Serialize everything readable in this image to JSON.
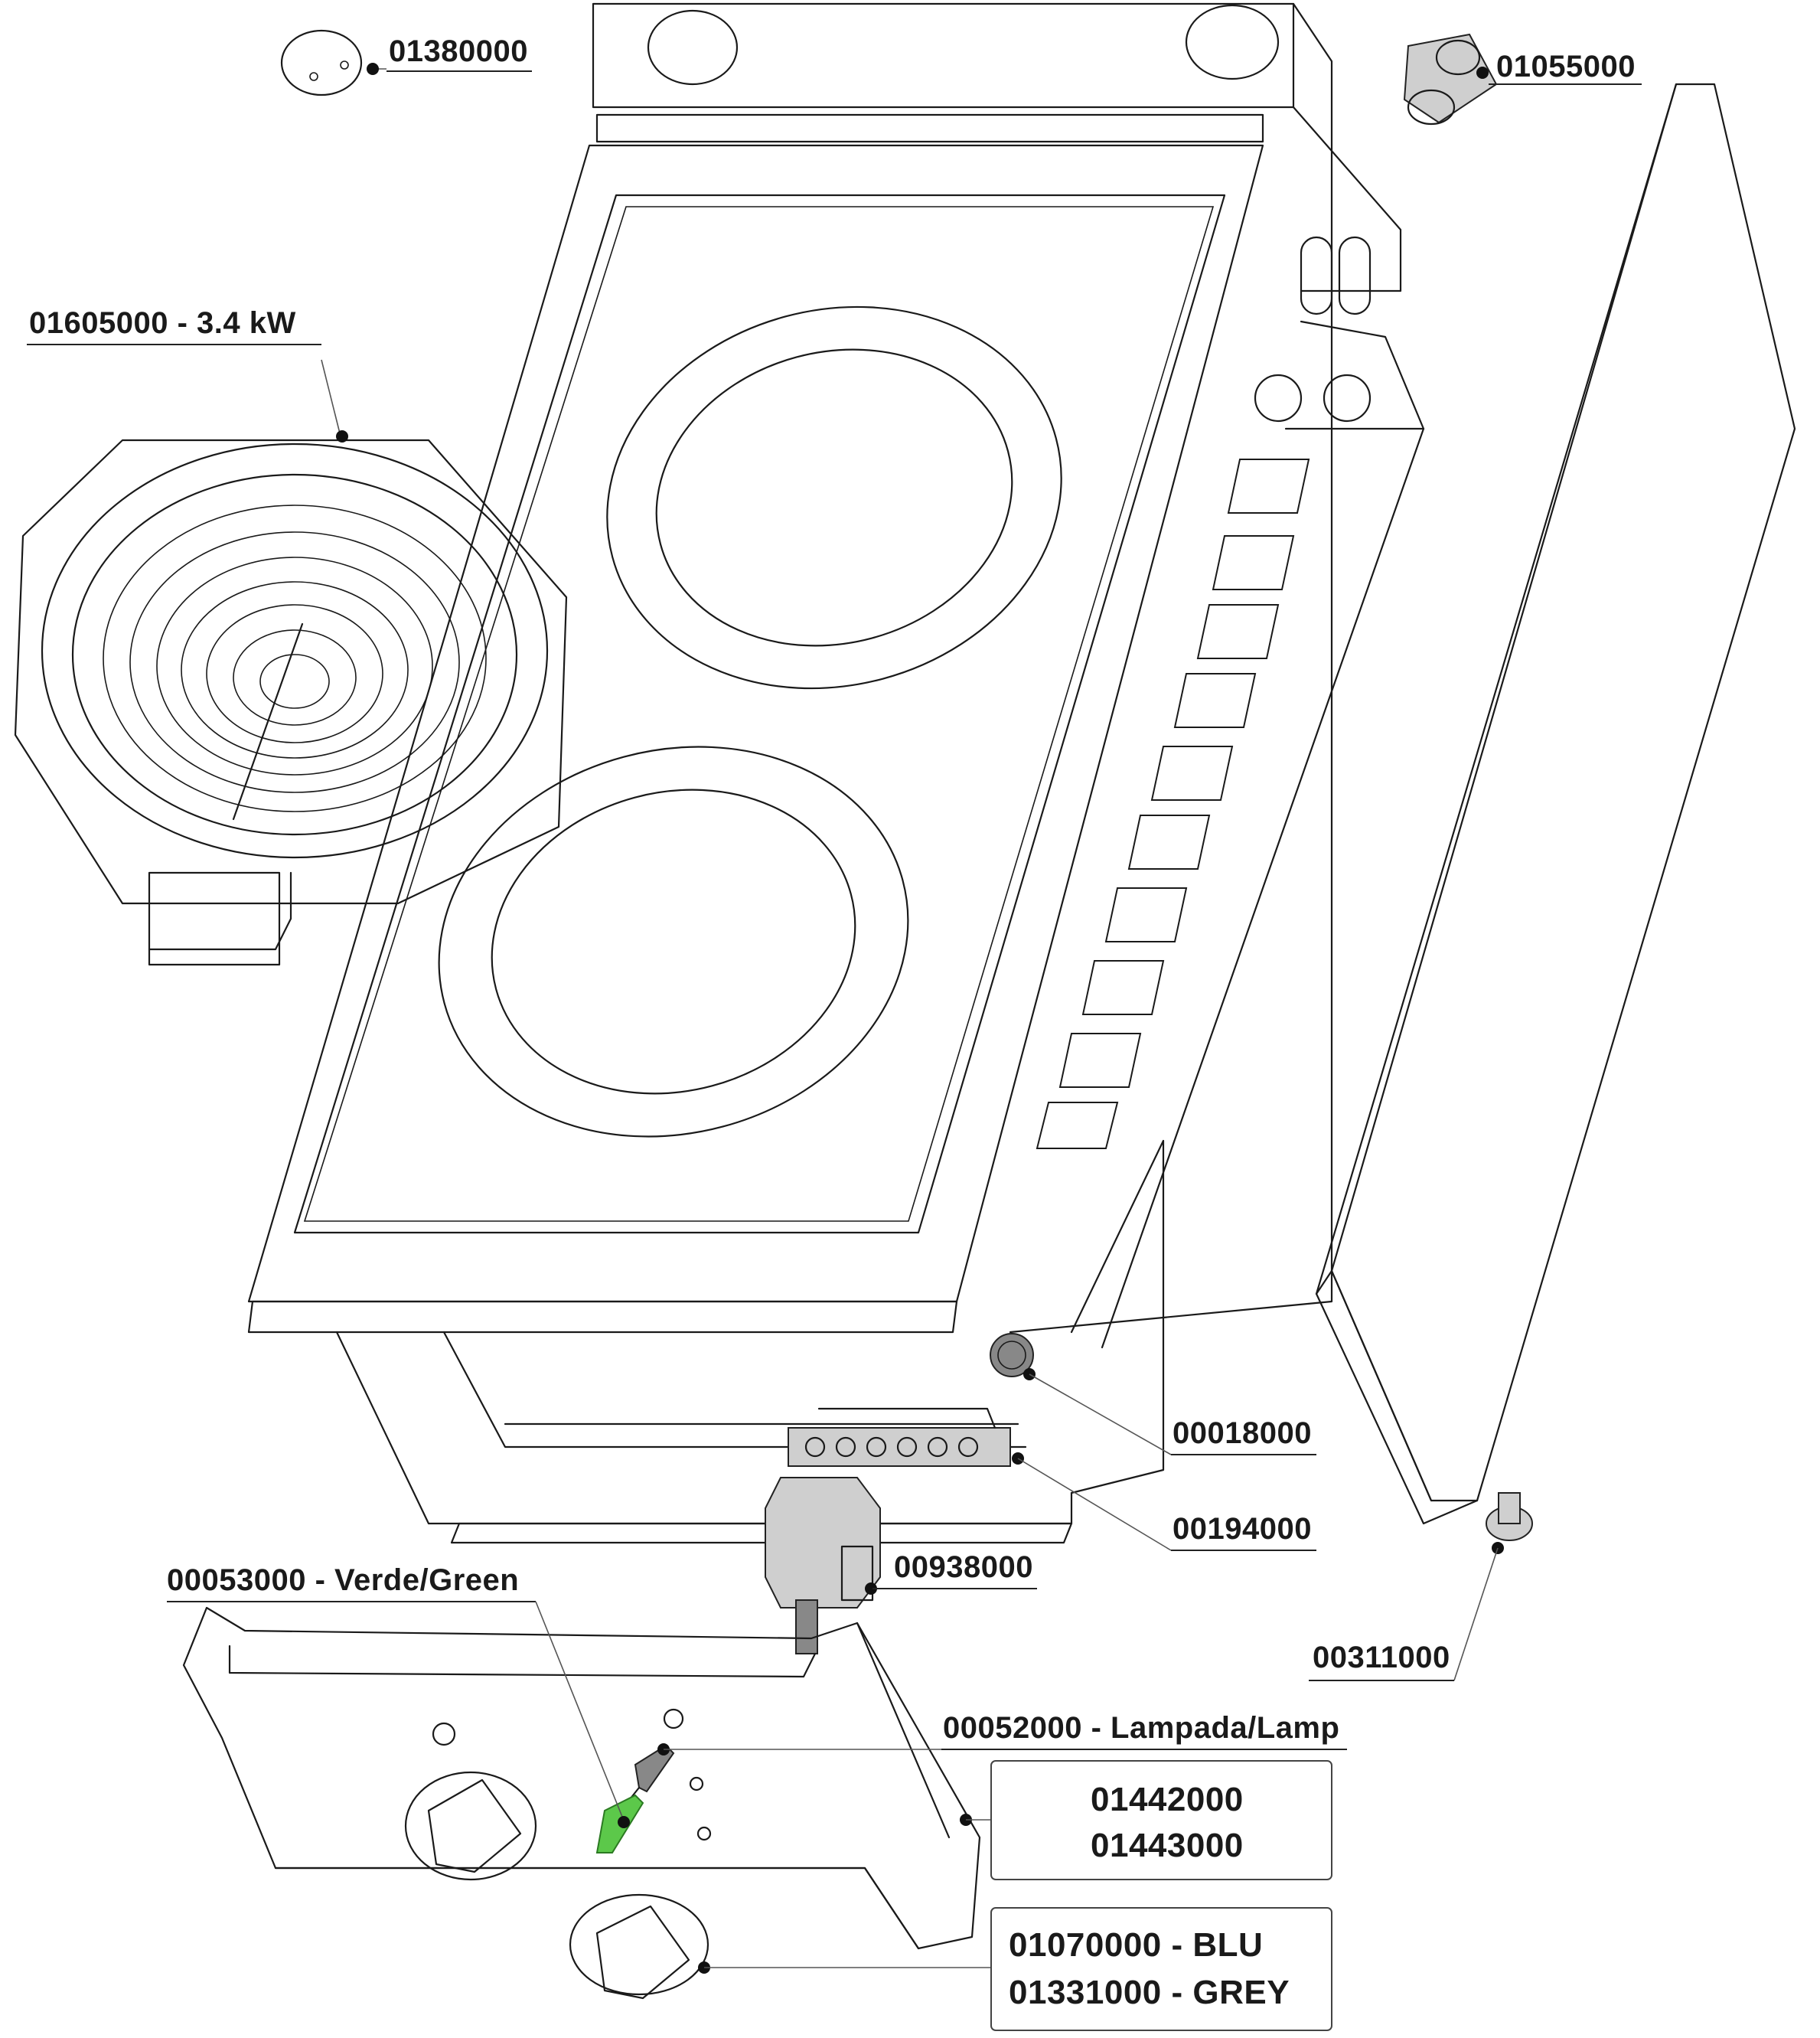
{
  "labels": {
    "part_01380000": "01380000",
    "part_01055000": "01055000",
    "part_01605000": "01605000 - 3.4 kW",
    "part_00018000": "00018000",
    "part_00194000": "00194000",
    "part_00938000": "00938000",
    "part_00053000": "00053000 - Verde/Green",
    "part_00311000": "00311000",
    "part_00052000": "00052000 - Lampada/Lamp",
    "part_01442000": "01442000",
    "part_01443000": "01443000",
    "part_01070000": "01070000 - BLU",
    "part_01331000": "01331000 - GREY"
  },
  "colors": {
    "line": "#1a1a1a",
    "background": "#ffffff",
    "indicator_lamp": "#5cc84a"
  }
}
